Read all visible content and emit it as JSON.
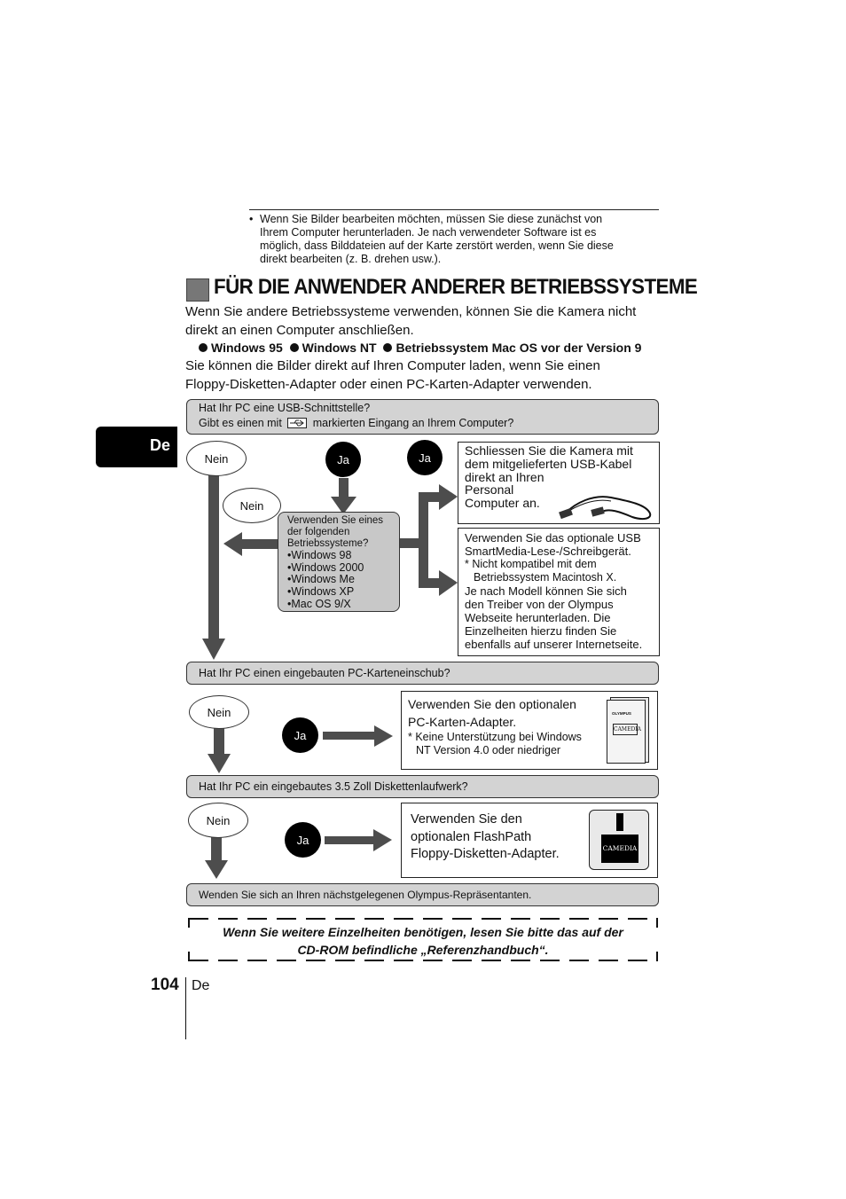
{
  "note": {
    "bullet": "•",
    "lines": [
      "Wenn Sie Bilder bearbeiten möchten, müssen Sie diese zunächst von",
      "Ihrem Computer herunterladen. Je nach verwendeter Software ist es",
      "möglich, dass Bilddateien auf der Karte zerstört werden, wenn Sie diese",
      "direkt bearbeiten (z. B. drehen usw.)."
    ]
  },
  "section": {
    "title": "FÜR DIE ANWENDER ANDERER BETRIEBSSYSTEME",
    "intro_1": "Wenn Sie andere Betriebssysteme verwenden, können Sie die Kamera nicht",
    "intro_2": "direkt an einen Computer anschließen.",
    "os_items": [
      "Windows 95",
      "Windows NT",
      "Betriebssystem Mac OS vor der Version 9"
    ],
    "text_1": "Sie können die Bilder direkt auf Ihren Computer laden, wenn Sie einen",
    "text_2": "Floppy-Disketten-Adapter oder einen PC-Karten-Adapter verwenden."
  },
  "side_tab": "De",
  "flow": {
    "q1_line1": "Hat Ihr PC eine USB-Schnittstelle?",
    "q1_line2a": "Gibt es einen mit",
    "q1_line2b": "markierten Eingang an Ihrem Computer?",
    "no": "Nein",
    "yes": "Ja",
    "os_box": {
      "heading": [
        "Verwenden Sie eines",
        "der folgenden",
        "Betriebssysteme?"
      ],
      "items": [
        "•Windows 98",
        "•Windows 2000",
        "•Windows Me",
        "•Windows XP",
        "•Mac OS 9/X"
      ]
    },
    "usb_box": [
      "Schliessen Sie die Kamera mit",
      "dem mitgelieferten USB-Kabel",
      "direkt an Ihren",
      "Personal",
      "Computer an."
    ],
    "reader_box": {
      "line1": "Verwenden Sie das optionale USB",
      "line2": "SmartMedia-Lese-/Schreibgerät.",
      "note1": "* Nicht kompatibel mit dem",
      "note2": "Betriebssystem Macintosh X.",
      "p1": "Je nach Modell können Sie sich",
      "p2": "den Treiber von der Olympus",
      "p3": "Webseite herunterladen. Die",
      "p4": "Einzelheiten hierzu finden Sie",
      "p5": "ebenfalls auf unserer Internetseite."
    },
    "q2": "Hat Ihr PC einen eingebauten PC-Karteneinschub?",
    "pc_card_box": {
      "line1": "Verwenden Sie den optionalen",
      "line2": "PC-Karten-Adapter.",
      "note1": "* Keine Unterstützung bei Windows",
      "note2": "NT Version 4.0 oder niedriger"
    },
    "q3": "Hat Ihr PC ein eingebautes 3.5 Zoll Diskettenlaufwerk?",
    "flashpath_box": [
      "Verwenden Sie den",
      "optionalen FlashPath",
      "Floppy-Disketten-Adapter."
    ],
    "logo": "CAMEDIA",
    "logo_small": "OLYMPUS",
    "q4": "Wenden Sie sich an Ihren nächstgelegenen Olympus-Repräsentanten."
  },
  "reference": {
    "line1": "Wenn Sie weitere Einzelheiten benötigen, lesen Sie bitte das auf der",
    "line2": "CD-ROM befindliche „Referenzhandbuch“."
  },
  "footer": {
    "page_number": "104",
    "lang": "De"
  },
  "colors": {
    "gray_bar": "#d3d3d3",
    "arrow": "#4d4d4d",
    "os_box": "#c8c8c8"
  }
}
